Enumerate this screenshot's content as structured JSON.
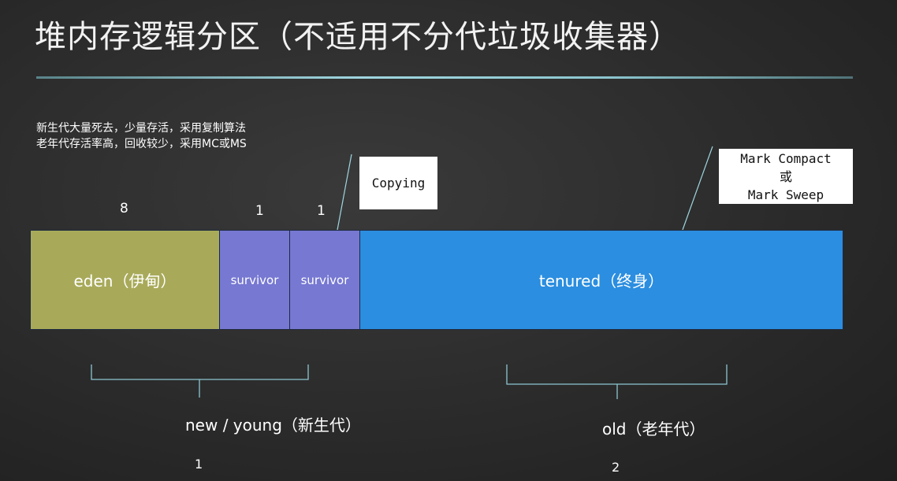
{
  "title": "堆内存逻辑分区（不适用不分代垃圾收集器）",
  "notes": [
    "新生代大量死去，少量存活，采用复制算法",
    "老年代存活率高，回收较少，采用MC或MS"
  ],
  "ratios": {
    "eden": "8",
    "survivor1": "1",
    "survivor2": "1"
  },
  "regions": {
    "eden": "eden（伊甸）",
    "survivor1": "survivor",
    "survivor2": "survivor",
    "tenured": "tenured（终身）"
  },
  "callouts": {
    "copying": "Copying",
    "mark_compact_line1": "Mark Compact",
    "mark_compact_line2": "或",
    "mark_compact_line3": "Mark Sweep"
  },
  "groups": {
    "young_label": "new / young（新生代）",
    "young_ratio": "1",
    "old_label": "old（老年代）",
    "old_ratio": "2"
  }
}
